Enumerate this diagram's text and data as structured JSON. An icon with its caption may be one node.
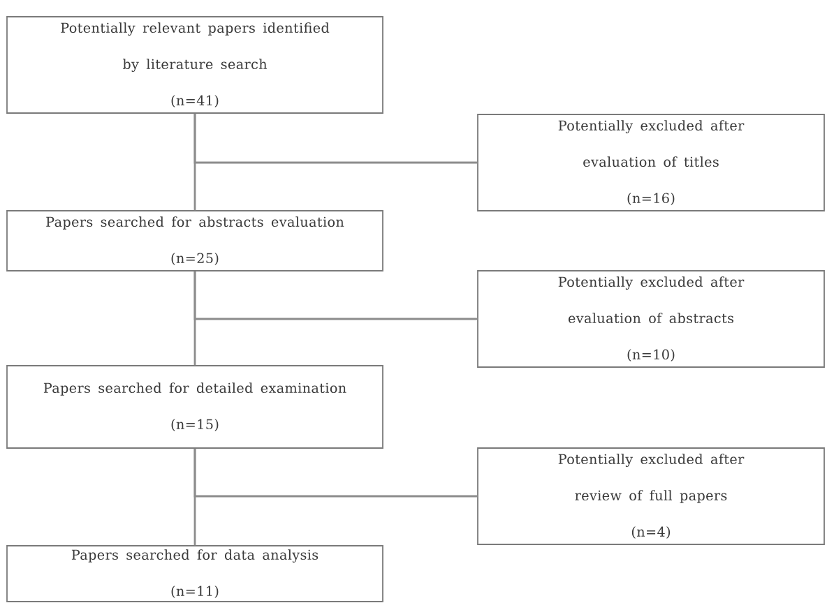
{
  "diagram": {
    "nodes": [
      {
        "text": [
          "Potentially relevant papers identified by literature search",
          "(n=41)"
        ]
      },
      {
        "text": [
          "Potentially excluded after evaluation of titles",
          "(n=16)"
        ]
      },
      {
        "text": [
          "Papers searched for abstracts evaluation",
          "(n=25)"
        ]
      },
      {
        "text": [
          "Potentially excluded after evaluation of abstracts",
          "(n=10)"
        ]
      },
      {
        "text": [
          "Papers searched for detailed examination",
          "(n=15)"
        ]
      },
      {
        "text": [
          "Potentially excluded after review of full papers",
          "(n=4)"
        ]
      },
      {
        "text": [
          "Papers searched for data analysis",
          "(n=11)"
        ]
      }
    ],
    "edges": [
      {
        "from": 0,
        "to": 2,
        "arrow": "none"
      },
      {
        "from": 0,
        "to": 1,
        "arrow": "none"
      },
      {
        "from": 2,
        "to": 4,
        "arrow": "none"
      },
      {
        "from": 2,
        "to": 3,
        "arrow": "none"
      },
      {
        "from": 4,
        "to": 6,
        "arrow": "none"
      },
      {
        "from": 4,
        "to": 5,
        "arrow": "none"
      }
    ]
  }
}
